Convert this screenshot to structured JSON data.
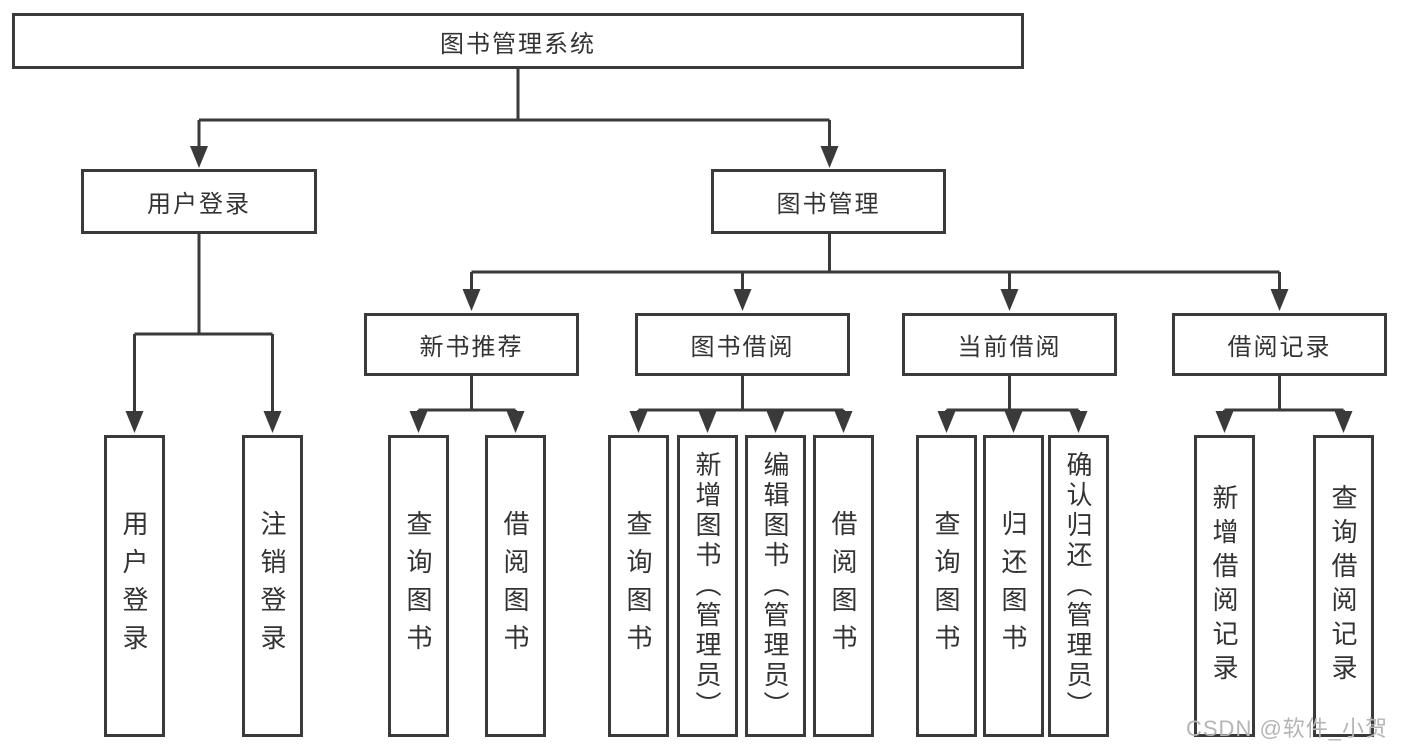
{
  "diagram": {
    "root": "图书管理系统",
    "login": {
      "label": "用户登录",
      "children": [
        "用户登录",
        "注销登录"
      ]
    },
    "mgmt": {
      "label": "图书管理",
      "sections": [
        {
          "label": "新书推荐",
          "children": [
            "查询图书",
            "借阅图书"
          ]
        },
        {
          "label": "图书借阅",
          "children": [
            "查询图书",
            "新增图书（管理员）",
            "编辑图书（管理员）",
            "借阅图书"
          ]
        },
        {
          "label": "当前借阅",
          "children": [
            "查询图书",
            "归还图书",
            "确认归还（管理员）"
          ]
        },
        {
          "label": "借阅记录",
          "children": [
            "新增借阅记录",
            "查询借阅记录"
          ]
        }
      ]
    }
  },
  "watermark": "CSDN @软件_小贺同学",
  "colors": {
    "line": "#3a3a3a",
    "text": "#333333",
    "watermark": "#b5b5b5",
    "background": "#ffffff"
  }
}
